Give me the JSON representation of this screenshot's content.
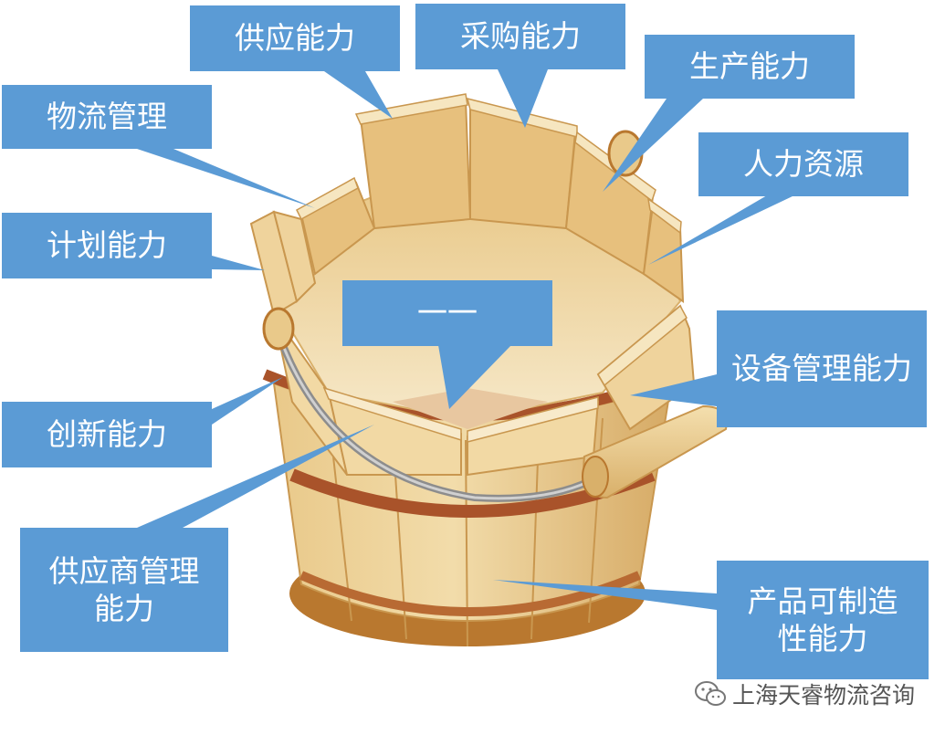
{
  "callouts": {
    "supply": "供应能力",
    "purchase": "采购能力",
    "production": "生产能力",
    "logistics": "物流管理",
    "hr": "人力资源",
    "planning": "计划能力",
    "center": "一一",
    "equipment": "设备管理能力",
    "innovation": "创新能力",
    "supplier": "供应商管理能力",
    "manufacturability": "产品可制造性能力"
  },
  "watermark": {
    "text": "上海天睿物流咨询",
    "icon": "wechat-icon"
  },
  "colors": {
    "callout_fill": "#5b9bd5",
    "callout_text": "#ffffff",
    "wood_light": "#f2dcaa",
    "wood_mid": "#e2bf7c",
    "wood_dark": "#c9974f",
    "hoop": "#a9532a"
  }
}
